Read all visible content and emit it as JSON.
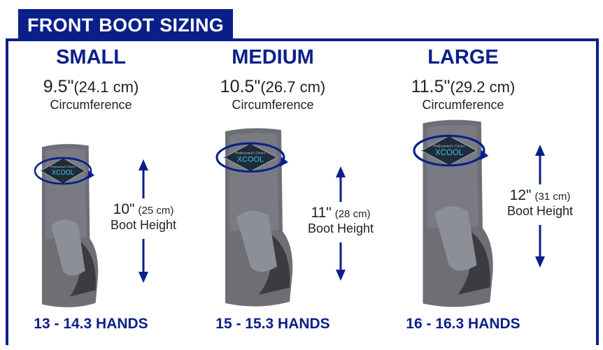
{
  "title": "FRONT BOOT SIZING",
  "logo": {
    "line1": "Professional's Choice",
    "line2": "XCOOL"
  },
  "colors": {
    "brand_blue": "#0a1f8a",
    "boot_gray": "#6e6e75",
    "logo_teal": "#3ec6e0"
  },
  "sizes": [
    {
      "name": "SMALL",
      "circ_in": "9.5\"",
      "circ_cm": "(24.1 cm)",
      "circ_label": "Circumference",
      "height_in": "10\"",
      "height_cm": "(25 cm)",
      "height_label": "Boot Height",
      "hands": "13 - 14.3 HANDS"
    },
    {
      "name": "MEDIUM",
      "circ_in": "10.5\"",
      "circ_cm": "(26.7 cm)",
      "circ_label": "Circumference",
      "height_in": "11\"",
      "height_cm": "(28 cm)",
      "height_label": "Boot Height",
      "hands": "15 - 15.3 HANDS"
    },
    {
      "name": "LARGE",
      "circ_in": "11.5\"",
      "circ_cm": "(29.2 cm)",
      "circ_label": "Circumference",
      "height_in": "12\"",
      "height_cm": "(31 cm)",
      "height_label": "Boot Height",
      "hands": "16 - 16.3 HANDS"
    }
  ]
}
